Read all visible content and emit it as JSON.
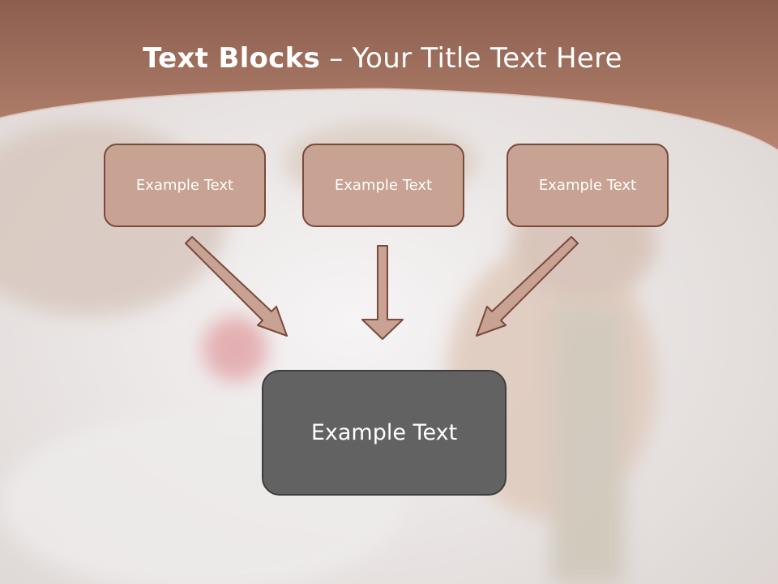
{
  "slide": {
    "title_bold": "Text Blocks",
    "title_rest": " – Your Title Text Here"
  },
  "blocks": [
    {
      "label": "Example Text"
    },
    {
      "label": "Example Text"
    },
    {
      "label": "Example Text"
    }
  ],
  "target": {
    "label": "Example Text"
  },
  "colors": {
    "header": "#9d6a58",
    "box_fill": "#c8a293",
    "box_border": "#7a4a3a",
    "target_fill": "#626262",
    "arrow_fill": "#c8a293"
  }
}
